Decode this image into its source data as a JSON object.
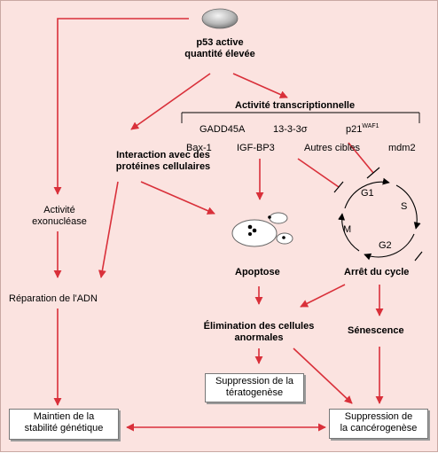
{
  "colors": {
    "background": "#fbe3e0",
    "arrow": "#d9303a",
    "box_border": "#777777"
  },
  "nodes": {
    "p53_line1": "p53 active",
    "p53_line2": "quantité élevée",
    "transcription": "Activité transcriptionnelle",
    "targets": {
      "gadd45a": "GADD45A",
      "sigma": "13-3-3σ",
      "p21_base": "p21",
      "p21_sup": "WAF1",
      "bax": "Bax-1",
      "igfbp3": "IGF-BP3",
      "autres": "Autres cibles",
      "mdm2": "mdm2"
    },
    "interaction_line1": "Interaction avec des",
    "interaction_line2": "protéines cellulaires",
    "exonuclease_line1": "Activité",
    "exonuclease_line2": "exonucléase",
    "reparation": "Réparation de l'ADN",
    "apoptose": "Apoptose",
    "arret": "Arrêt du cycle",
    "cycle": {
      "g1": "G1",
      "s": "S",
      "g2": "G2",
      "m": "M"
    },
    "elimination_line1": "Élimination des cellules",
    "elimination_line2": "anormales",
    "senescence": "Sénescence",
    "teratogenese_line1": "Suppression de la",
    "teratogenese_line2": "tératogenèse",
    "maintien_line1": "Maintien de la",
    "maintien_line2": "stabilité génétique",
    "cancerogenese_line1": "Suppression de",
    "cancerogenese_line2": "la cancérogenèse"
  }
}
